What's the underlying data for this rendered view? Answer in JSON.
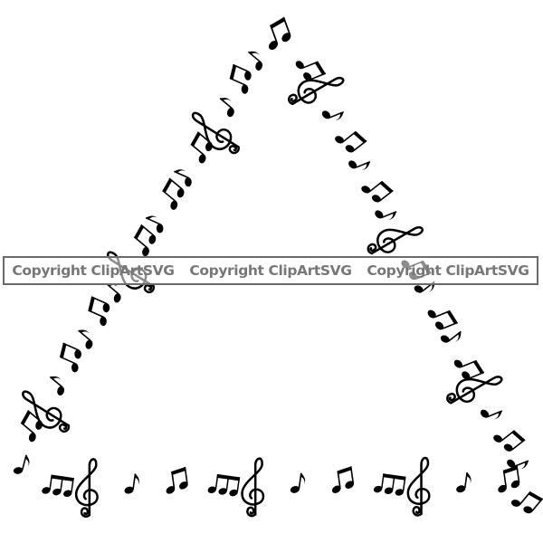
{
  "artwork": {
    "subject": "triangle-frame-of-music-notes",
    "stroke_color": "#000000",
    "background_color": "#ffffff"
  },
  "watermark": {
    "text": "Copyright ClipArtSVG",
    "repeat": 3,
    "text_color": "#777777",
    "border_color": "#6a6a6a"
  }
}
